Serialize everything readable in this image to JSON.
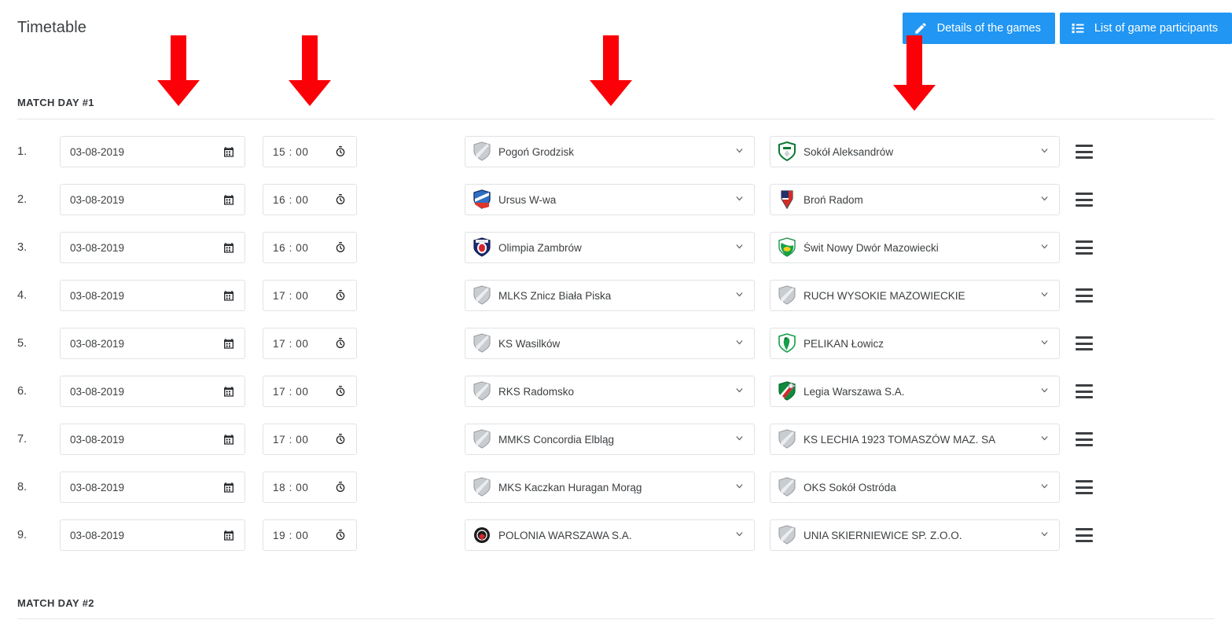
{
  "header": {
    "title": "Timetable",
    "buttons": [
      {
        "label": "Details of the games",
        "icon": "pencil-icon"
      },
      {
        "label": "List of game participants",
        "icon": "list-icon"
      }
    ],
    "accent_color": "#2196f3"
  },
  "matchdays": [
    {
      "label": "MATCH DAY #1"
    },
    {
      "label": "MATCH DAY #2"
    }
  ],
  "annotation": {
    "color": "#fb0007",
    "arrows": [
      {
        "name": "arrow-date-column"
      },
      {
        "name": "arrow-time-column"
      },
      {
        "name": "arrow-team-column"
      },
      {
        "name": "arrow-details-button"
      }
    ]
  },
  "icons": {
    "date": "calendar-icon",
    "time": "clock-icon",
    "dropdown": "chevron-down-icon",
    "drag": "drag-handle-icon"
  },
  "rows": [
    {
      "num": "1.",
      "date": "03-08-2019",
      "time": "15 : 00",
      "home": {
        "name": "Pogoń Grodzisk",
        "crest": "default-shield"
      },
      "away": {
        "name": "Sokół Aleksandrów",
        "crest": "sokol-crest"
      }
    },
    {
      "num": "2.",
      "date": "03-08-2019",
      "time": "16 : 00",
      "home": {
        "name": "Ursus W-wa",
        "crest": "ursus-crest"
      },
      "away": {
        "name": "Broń Radom",
        "crest": "bron-crest"
      }
    },
    {
      "num": "3.",
      "date": "03-08-2019",
      "time": "16 : 00",
      "home": {
        "name": "Olimpia Zambrów",
        "crest": "olimpia-crest"
      },
      "away": {
        "name": "Świt Nowy Dwór Mazowiecki",
        "crest": "swit-crest"
      }
    },
    {
      "num": "4.",
      "date": "03-08-2019",
      "time": "17 : 00",
      "home": {
        "name": "MLKS Znicz Biała Piska",
        "crest": "default-shield"
      },
      "away": {
        "name": "RUCH WYSOKIE MAZOWIECKIE",
        "crest": "default-shield"
      }
    },
    {
      "num": "5.",
      "date": "03-08-2019",
      "time": "17 : 00",
      "home": {
        "name": "KS Wasilków",
        "crest": "default-shield"
      },
      "away": {
        "name": "PELIKAN Łowicz",
        "crest": "pelikan-crest"
      }
    },
    {
      "num": "6.",
      "date": "03-08-2019",
      "time": "17 : 00",
      "home": {
        "name": "RKS Radomsko",
        "crest": "default-shield"
      },
      "away": {
        "name": "Legia Warszawa S.A.",
        "crest": "legia-crest"
      }
    },
    {
      "num": "7.",
      "date": "03-08-2019",
      "time": "17 : 00",
      "home": {
        "name": "MMKS Concordia Elbląg",
        "crest": "default-shield"
      },
      "away": {
        "name": "KS LECHIA 1923 TOMASZÓW MAZ. SA",
        "crest": "default-shield"
      }
    },
    {
      "num": "8.",
      "date": "03-08-2019",
      "time": "18 : 00",
      "home": {
        "name": "MKS Kaczkan Huragan Morąg",
        "crest": "default-shield"
      },
      "away": {
        "name": "OKS Sokół Ostróda",
        "crest": "default-shield"
      }
    },
    {
      "num": "9.",
      "date": "03-08-2019",
      "time": "19 : 00",
      "home": {
        "name": "POLONIA WARSZAWA S.A.",
        "crest": "polonia-crest"
      },
      "away": {
        "name": "UNIA SKIERNIEWICE SP. Z.O.O.",
        "crest": "default-shield"
      }
    }
  ]
}
